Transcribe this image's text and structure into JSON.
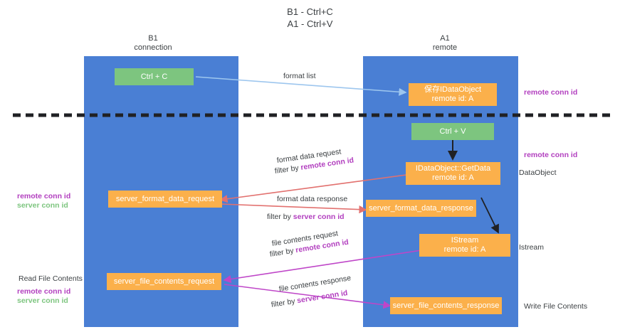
{
  "title": {
    "line1": "B1 - Ctrl+C",
    "line2": "A1 - Ctrl+V"
  },
  "lanes": [
    {
      "id": "b1",
      "head_line1": "B1",
      "head_line2": "connection"
    },
    {
      "id": "a1",
      "head_line1": "A1",
      "head_line2": "remote"
    }
  ],
  "colors": {
    "lane": "#4a7fd4",
    "green_node": "#7dc57f",
    "orange_node": "#fbb04b",
    "remote_conn": "#b23fbf",
    "server_conn": "#7dc57f",
    "arrow_blue": "#9dc6ee",
    "arrow_red": "#e2716f",
    "arrow_purple": "#bf46c8",
    "arrow_black": "#202124",
    "divider": "#202124",
    "text": "#3c4043"
  },
  "nodes": {
    "ctrl_c": "Ctrl + C",
    "ctrl_v": "Ctrl + V",
    "save_idataobject_l1": "保存IDataObject",
    "save_idataobject_l2": "remote id: A",
    "getdata_l1": "IDataObject::GetData",
    "getdata_l2": "remote id: A",
    "istream_l1": "IStream",
    "istream_l2": "remote id: A",
    "server_format_data_request": "server_format_data_request",
    "server_format_data_response": "server_format_data_response",
    "server_file_contents_request": "server_file_contents_request",
    "server_file_contents_response": "server_file_contents_response"
  },
  "edge_labels": {
    "format_list": "format list",
    "format_data_request": "format data request",
    "format_data_request_filter_pre": "filter by ",
    "format_data_request_filter_key": "remote conn id",
    "format_data_response": "format data response",
    "format_data_response_filter_pre": "filter by ",
    "format_data_response_filter_key": "server conn id",
    "file_contents_request": "file contents request",
    "file_contents_request_filter_pre": "filter by ",
    "file_contents_request_filter_key": "remote conn id",
    "file_contents_response": "file contents response",
    "file_contents_response_filter_pre": "filter by ",
    "file_contents_response_filter_key": "server conn id"
  },
  "side_notes": {
    "right_remote_conn_top": "remote conn id",
    "right_remote_conn_mid": "remote conn id",
    "right_dataobject": "DataObject",
    "right_istream": "Istream",
    "right_write_file_contents": "Write File Contents",
    "left_remote_conn_mid": "remote conn id",
    "left_server_conn_mid": "server conn id",
    "left_read_file_contents": "Read File Contents",
    "left_remote_conn_bottom": "remote conn id",
    "left_server_conn_bottom": "server conn id"
  }
}
